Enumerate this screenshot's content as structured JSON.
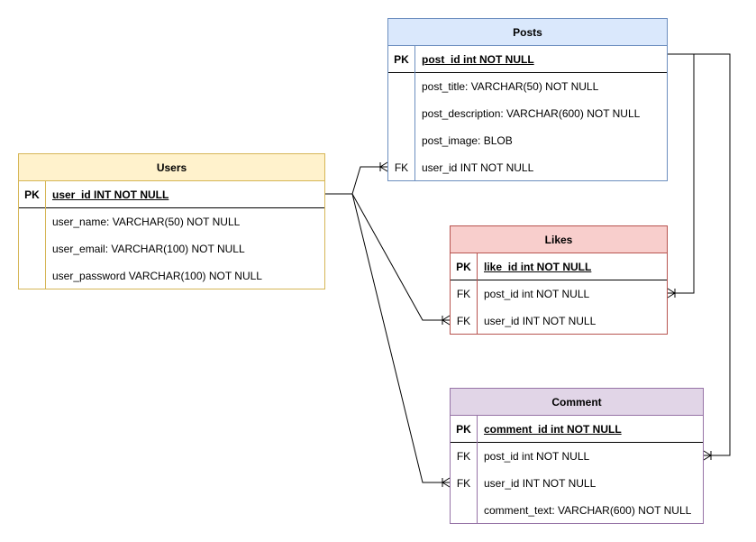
{
  "tables": {
    "users": {
      "title": "Users",
      "rows": [
        {
          "key": "PK",
          "field": "user_id INT NOT NULL"
        },
        {
          "key": "",
          "field": "user_name: VARCHAR(50) NOT NULL"
        },
        {
          "key": "",
          "field": "user_email: VARCHAR(100) NOT NULL"
        },
        {
          "key": "",
          "field": "user_password VARCHAR(100) NOT NULL"
        }
      ]
    },
    "posts": {
      "title": "Posts",
      "rows": [
        {
          "key": "PK",
          "field": "post_id int NOT NULL"
        },
        {
          "key": "",
          "field": "post_title: VARCHAR(50) NOT NULL"
        },
        {
          "key": "",
          "field": "post_description: VARCHAR(600) NOT NULL"
        },
        {
          "key": "",
          "field": "post_image: BLOB"
        },
        {
          "key": "FK",
          "field": "user_id INT NOT NULL"
        }
      ]
    },
    "likes": {
      "title": "Likes",
      "rows": [
        {
          "key": "PK",
          "field": "like_id int NOT NULL"
        },
        {
          "key": "FK",
          "field": "post_id int NOT NULL"
        },
        {
          "key": "FK",
          "field": "user_id INT NOT NULL"
        }
      ]
    },
    "comment": {
      "title": "Comment",
      "rows": [
        {
          "key": "PK",
          "field": "comment_id int NOT NULL"
        },
        {
          "key": "FK",
          "field": "post_id int NOT NULL"
        },
        {
          "key": "FK",
          "field": "user_id INT NOT NULL"
        },
        {
          "key": "",
          "field": "comment_text: VARCHAR(600) NOT NULL"
        }
      ]
    }
  },
  "colors": {
    "users": {
      "fill": "#fff2cc",
      "stroke": "#d6b656"
    },
    "posts": {
      "fill": "#dae8fc",
      "stroke": "#6c8ebf"
    },
    "likes": {
      "fill": "#f8cecc",
      "stroke": "#b85450"
    },
    "comment": {
      "fill": "#e1d5e7",
      "stroke": "#9673a6"
    },
    "edge": "#000000"
  },
  "relationships": [
    {
      "from": "users.user_id",
      "to": "posts.user_id",
      "notation": "one-to-many"
    },
    {
      "from": "users.user_id",
      "to": "likes.user_id",
      "notation": "one-to-many"
    },
    {
      "from": "users.user_id",
      "to": "comment.user_id",
      "notation": "one-to-many"
    },
    {
      "from": "posts.post_id",
      "to": "likes.post_id",
      "notation": "one-to-many"
    },
    {
      "from": "posts.post_id",
      "to": "comment.post_id",
      "notation": "one-to-many"
    }
  ]
}
